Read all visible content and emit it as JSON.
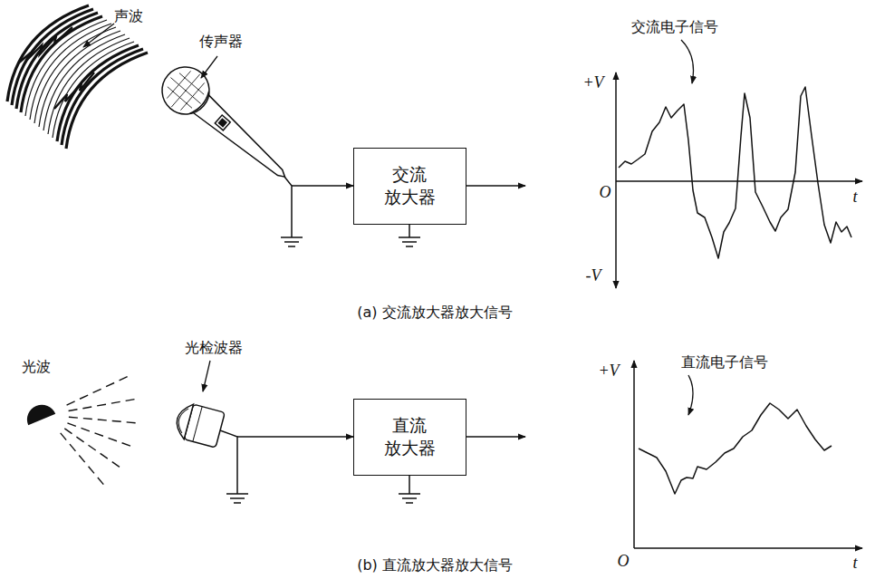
{
  "diagram": {
    "nodes": [
      {
        "text": [
          "交流 放大器"
        ]
      },
      {
        "text": [
          "直流 放大器"
        ]
      }
    ],
    "labels": [
      "声波",
      "传声器",
      "交流电子信号",
      "+V",
      "O",
      "-V",
      "t",
      "(a) 交流放大器放大信号",
      "光波",
      "光检波器",
      "直流电子信号",
      "+V",
      "O",
      "t",
      "(b) 直流放大器放大信号"
    ]
  }
}
